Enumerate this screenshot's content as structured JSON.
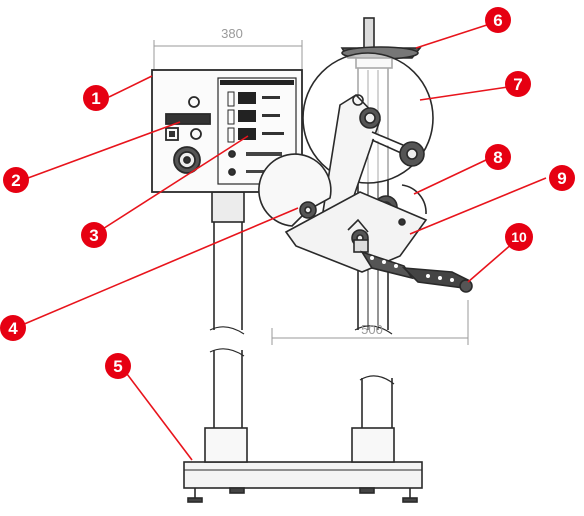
{
  "dimensions": {
    "width_label": "380",
    "depth_label": "500"
  },
  "callouts": [
    {
      "number": "1"
    },
    {
      "number": "2"
    },
    {
      "number": "3"
    },
    {
      "number": "4"
    },
    {
      "number": "5"
    },
    {
      "number": "6"
    },
    {
      "number": "7"
    },
    {
      "number": "8"
    },
    {
      "number": "9"
    },
    {
      "number": "10"
    }
  ],
  "colors": {
    "callout_fill": "#e60012",
    "callout_text": "#ffffff",
    "arrow": "#e8141c",
    "drawing_line": "#2a2a2a",
    "dimension_line": "#9a9a9a",
    "background": "#ffffff"
  }
}
